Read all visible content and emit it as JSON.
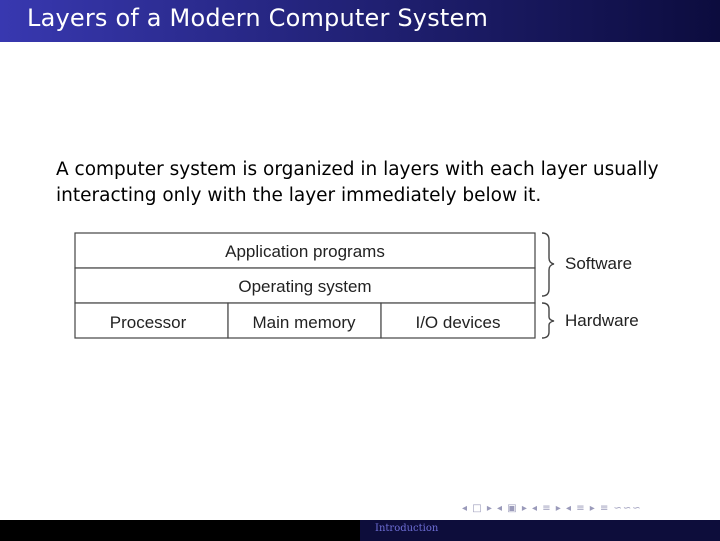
{
  "slide": {
    "title": "Layers of a Modern Computer System",
    "intro_line1": "A computer system is organized in layers with each layer usually",
    "intro_line2": "interacting only with the layer immediately below it.",
    "footer_section": "Introduction",
    "nav_symbols": "◂ □ ▸ ◂ ▣ ▸ ◂ ≡ ▸ ◂ ≡ ▸   ≡   ∽∽∽"
  },
  "diagram": {
    "layers": {
      "application": "Application programs",
      "os": "Operating system",
      "processor": "Processor",
      "memory": "Main memory",
      "io": "I/O devices"
    },
    "groups": {
      "software": "Software",
      "hardware": "Hardware"
    },
    "line_color": "#444444"
  }
}
